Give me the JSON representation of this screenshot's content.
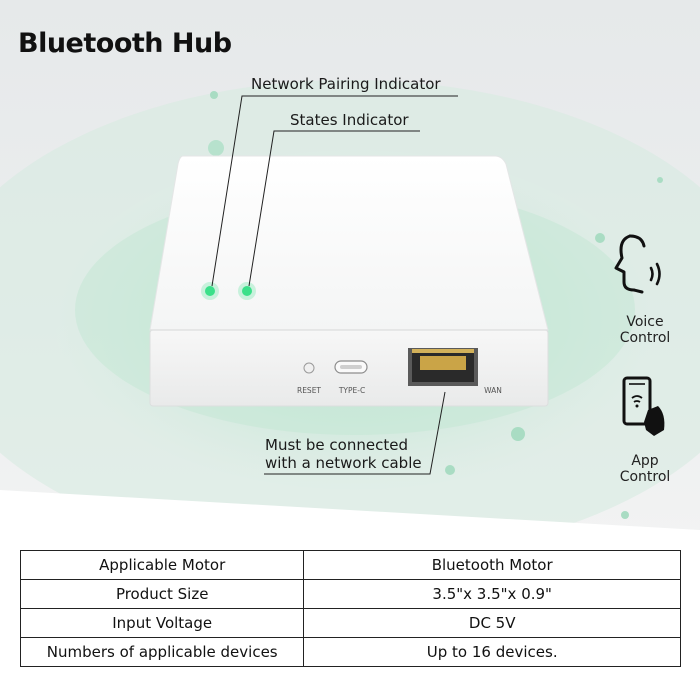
{
  "title": "Bluetooth Hub",
  "callouts": {
    "network_pairing": "Network Pairing Indicator",
    "states": "States Indicator",
    "network_cable_line1": "Must be connected",
    "network_cable_line2": "with a network cable"
  },
  "device": {
    "reset_label": "RESET",
    "typec_label": "TYPE-C",
    "wan_label": "WAN"
  },
  "features": [
    {
      "line1": "Voice",
      "line2": "Control",
      "icon": "voice-control-icon"
    },
    {
      "line1": "App",
      "line2": "Control",
      "icon": "app-control-icon"
    }
  ],
  "colors": {
    "accent_green": "#b6e3cc",
    "indicator_led": "#3be08a"
  },
  "specs": [
    {
      "label": "Applicable Motor",
      "value": "Bluetooth Motor"
    },
    {
      "label": "Product Size",
      "value": "3.5\"x 3.5\"x 0.9\""
    },
    {
      "label": "Input Voltage",
      "value": "DC 5V"
    },
    {
      "label": "Numbers of applicable devices",
      "value": "Up to 16 devices."
    }
  ]
}
